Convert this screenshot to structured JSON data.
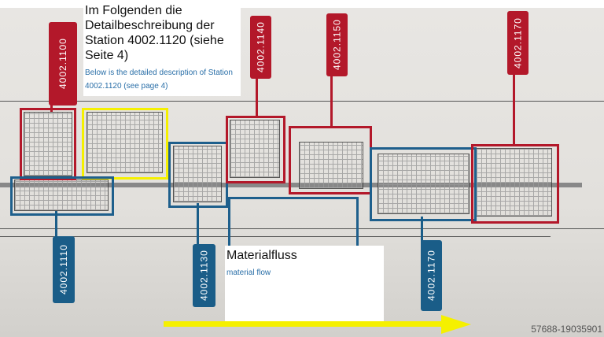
{
  "note_top": {
    "title_de": "Im Folgenden die Detailbeschreibung der Station 4002.1120 (siehe Seite 4)",
    "title_en": "Below is the detailed description of Station 4002.1120  (see page 4)"
  },
  "note_flow": {
    "title_de": "Materialfluss",
    "title_en": "material flow"
  },
  "stations_red": [
    "4002.1100",
    "4002.1140",
    "4002.1150",
    "4002.1170"
  ],
  "stations_blue": [
    "4002.1110",
    "4002.1130",
    "4002.1170"
  ],
  "image_id": "57688-19035901",
  "colors": {
    "red": "#b3182a",
    "blue": "#1a5d88",
    "highlight": "#f5f000"
  }
}
